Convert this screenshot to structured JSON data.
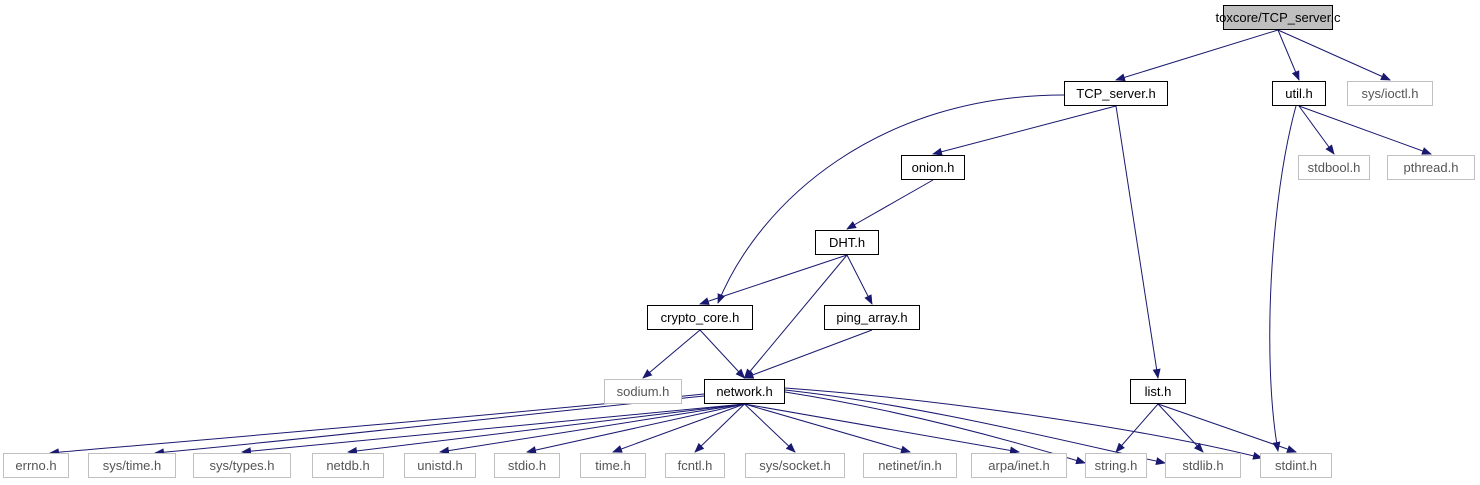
{
  "colors": {
    "edge": "#191970",
    "root_fill": "#bfbfbf",
    "local_border": "#000000",
    "system_border": "#c0c0c0"
  },
  "nodes": [
    {
      "id": "root",
      "label": "toxcore/TCP_server.c",
      "kind": "root"
    },
    {
      "id": "tcp_server_h",
      "label": "TCP_server.h",
      "kind": "local"
    },
    {
      "id": "util_h",
      "label": "util.h",
      "kind": "local"
    },
    {
      "id": "sys_ioctl_h",
      "label": "sys/ioctl.h",
      "kind": "system"
    },
    {
      "id": "onion_h",
      "label": "onion.h",
      "kind": "local"
    },
    {
      "id": "stdbool_h",
      "label": "stdbool.h",
      "kind": "system"
    },
    {
      "id": "pthread_h",
      "label": "pthread.h",
      "kind": "system"
    },
    {
      "id": "dht_h",
      "label": "DHT.h",
      "kind": "local"
    },
    {
      "id": "crypto_core_h",
      "label": "crypto_core.h",
      "kind": "local"
    },
    {
      "id": "ping_array_h",
      "label": "ping_array.h",
      "kind": "local"
    },
    {
      "id": "sodium_h",
      "label": "sodium.h",
      "kind": "system"
    },
    {
      "id": "network_h",
      "label": "network.h",
      "kind": "local"
    },
    {
      "id": "list_h",
      "label": "list.h",
      "kind": "local"
    },
    {
      "id": "errno_h",
      "label": "errno.h",
      "kind": "system"
    },
    {
      "id": "sys_time_h",
      "label": "sys/time.h",
      "kind": "system"
    },
    {
      "id": "sys_types_h",
      "label": "sys/types.h",
      "kind": "system"
    },
    {
      "id": "netdb_h",
      "label": "netdb.h",
      "kind": "system"
    },
    {
      "id": "unistd_h",
      "label": "unistd.h",
      "kind": "system"
    },
    {
      "id": "stdio_h",
      "label": "stdio.h",
      "kind": "system"
    },
    {
      "id": "time_h",
      "label": "time.h",
      "kind": "system"
    },
    {
      "id": "fcntl_h",
      "label": "fcntl.h",
      "kind": "system"
    },
    {
      "id": "sys_socket_h",
      "label": "sys/socket.h",
      "kind": "system"
    },
    {
      "id": "netinet_in_h",
      "label": "netinet/in.h",
      "kind": "system"
    },
    {
      "id": "arpa_inet_h",
      "label": "arpa/inet.h",
      "kind": "system"
    },
    {
      "id": "string_h",
      "label": "string.h",
      "kind": "system"
    },
    {
      "id": "stdlib_h",
      "label": "stdlib.h",
      "kind": "system"
    },
    {
      "id": "stdint_h",
      "label": "stdint.h",
      "kind": "system"
    }
  ],
  "edges": [
    [
      "root",
      "tcp_server_h"
    ],
    [
      "root",
      "util_h"
    ],
    [
      "root",
      "sys_ioctl_h"
    ],
    [
      "tcp_server_h",
      "onion_h"
    ],
    [
      "tcp_server_h",
      "crypto_core_h"
    ],
    [
      "tcp_server_h",
      "list_h"
    ],
    [
      "util_h",
      "stdbool_h"
    ],
    [
      "util_h",
      "pthread_h"
    ],
    [
      "util_h",
      "stdint_h"
    ],
    [
      "onion_h",
      "dht_h"
    ],
    [
      "dht_h",
      "crypto_core_h"
    ],
    [
      "dht_h",
      "ping_array_h"
    ],
    [
      "dht_h",
      "network_h"
    ],
    [
      "crypto_core_h",
      "sodium_h"
    ],
    [
      "crypto_core_h",
      "network_h"
    ],
    [
      "ping_array_h",
      "network_h"
    ],
    [
      "network_h",
      "errno_h"
    ],
    [
      "network_h",
      "sys_time_h"
    ],
    [
      "network_h",
      "sys_types_h"
    ],
    [
      "network_h",
      "netdb_h"
    ],
    [
      "network_h",
      "unistd_h"
    ],
    [
      "network_h",
      "stdio_h"
    ],
    [
      "network_h",
      "time_h"
    ],
    [
      "network_h",
      "fcntl_h"
    ],
    [
      "network_h",
      "sys_socket_h"
    ],
    [
      "network_h",
      "netinet_in_h"
    ],
    [
      "network_h",
      "arpa_inet_h"
    ],
    [
      "network_h",
      "string_h"
    ],
    [
      "network_h",
      "stdlib_h"
    ],
    [
      "network_h",
      "stdint_h"
    ],
    [
      "list_h",
      "string_h"
    ],
    [
      "list_h",
      "stdlib_h"
    ],
    [
      "list_h",
      "stdint_h"
    ]
  ]
}
